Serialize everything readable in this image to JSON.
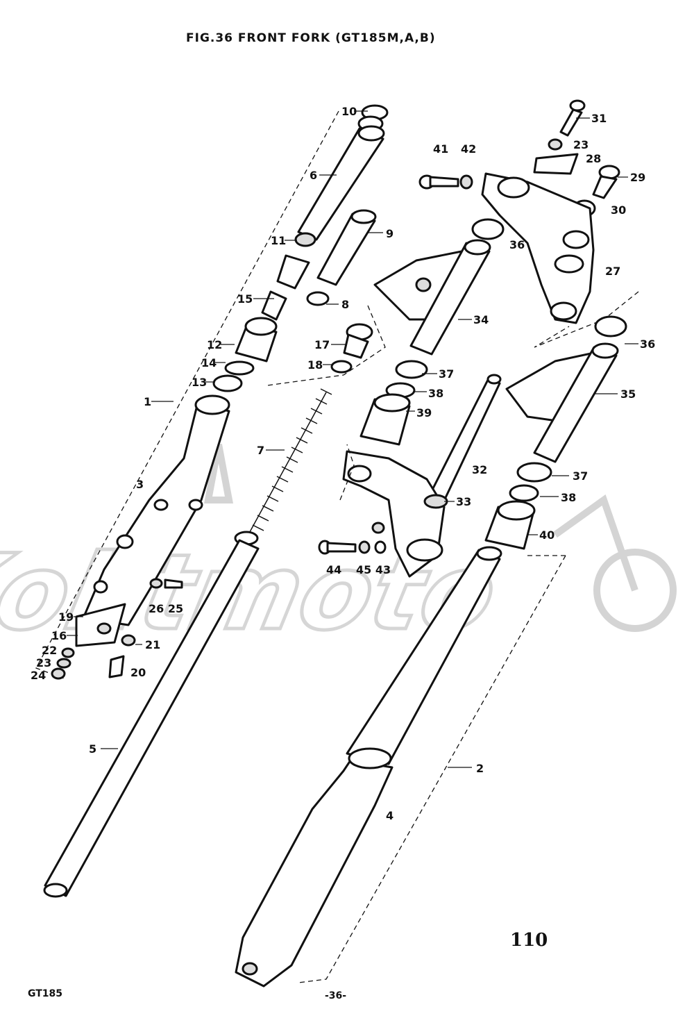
{
  "figure": {
    "title": "FIG.36  FRONT FORK (GT185M,A,B)",
    "page_number": "110",
    "model_code": "GT185",
    "page_footer": "-36-"
  },
  "watermark": {
    "text": "Kohtmoto"
  },
  "callouts": [
    {
      "id": "c10",
      "label": "10"
    },
    {
      "id": "c6",
      "label": "6"
    },
    {
      "id": "c11",
      "label": "11"
    },
    {
      "id": "c9",
      "label": "9"
    },
    {
      "id": "c8",
      "label": "8"
    },
    {
      "id": "c15",
      "label": "15"
    },
    {
      "id": "c12",
      "label": "12"
    },
    {
      "id": "c14",
      "label": "14"
    },
    {
      "id": "c13",
      "label": "13"
    },
    {
      "id": "c1",
      "label": "1"
    },
    {
      "id": "c3",
      "label": "3"
    },
    {
      "id": "c7",
      "label": "7"
    },
    {
      "id": "c17",
      "label": "17"
    },
    {
      "id": "c18",
      "label": "18"
    },
    {
      "id": "c26-25",
      "label": "26 25"
    },
    {
      "id": "c19",
      "label": "19"
    },
    {
      "id": "c16",
      "label": "16"
    },
    {
      "id": "c22",
      "label": "22"
    },
    {
      "id": "c23a",
      "label": "23"
    },
    {
      "id": "c24",
      "label": "24"
    },
    {
      "id": "c21",
      "label": "21"
    },
    {
      "id": "c20",
      "label": "20"
    },
    {
      "id": "c5",
      "label": "5"
    },
    {
      "id": "c31",
      "label": "31"
    },
    {
      "id": "c23b",
      "label": "23"
    },
    {
      "id": "c28",
      "label": "28"
    },
    {
      "id": "c29",
      "label": "29"
    },
    {
      "id": "c30",
      "label": "30"
    },
    {
      "id": "c41",
      "label": "41"
    },
    {
      "id": "c42",
      "label": "42"
    },
    {
      "id": "c36a",
      "label": "36"
    },
    {
      "id": "c27",
      "label": "27"
    },
    {
      "id": "c34",
      "label": "34"
    },
    {
      "id": "c36b",
      "label": "36"
    },
    {
      "id": "c37a",
      "label": "37"
    },
    {
      "id": "c38a",
      "label": "38"
    },
    {
      "id": "c39",
      "label": "39"
    },
    {
      "id": "c35",
      "label": "35"
    },
    {
      "id": "c32",
      "label": "32"
    },
    {
      "id": "c33",
      "label": "33"
    },
    {
      "id": "c37b",
      "label": "37"
    },
    {
      "id": "c38b",
      "label": "38"
    },
    {
      "id": "c40",
      "label": "40"
    },
    {
      "id": "c44",
      "label": "44"
    },
    {
      "id": "c45-43",
      "label": "45 43"
    },
    {
      "id": "c2",
      "label": "2"
    },
    {
      "id": "c4",
      "label": "4"
    }
  ]
}
